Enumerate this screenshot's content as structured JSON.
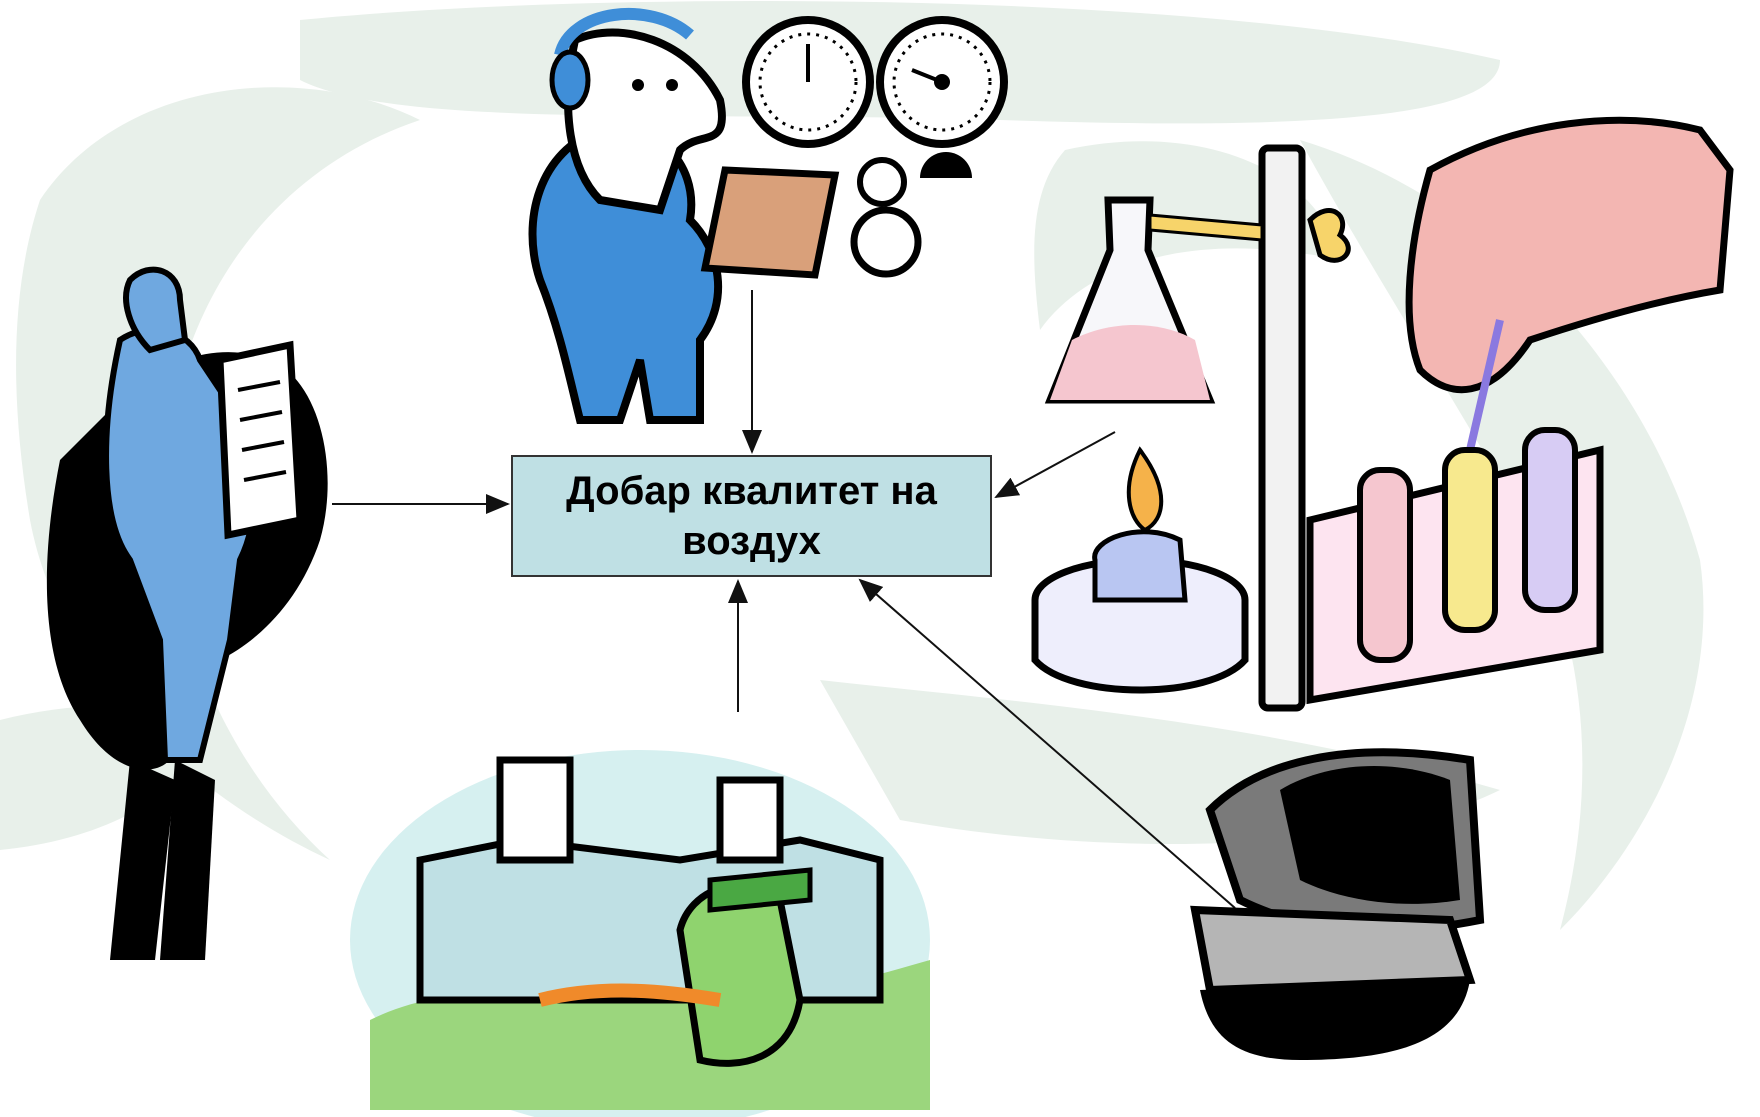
{
  "center_box": {
    "label": "Добар квалитет на воздух"
  },
  "nodes": [
    {
      "id": "inspector",
      "icon": "inspector-with-clipboard-icon"
    },
    {
      "id": "operator",
      "icon": "gauge-operator-icon"
    },
    {
      "id": "laboratory",
      "icon": "laboratory-equipment-icon"
    },
    {
      "id": "factory",
      "icon": "factory-worker-gasmask-icon"
    },
    {
      "id": "computer",
      "icon": "computer-icon"
    }
  ],
  "colors": {
    "box_fill": "#bfe0e4",
    "background_swirl": "#e8f0ea",
    "suit_blue": "#6fa8e0",
    "worker_green": "#8fd36e"
  }
}
